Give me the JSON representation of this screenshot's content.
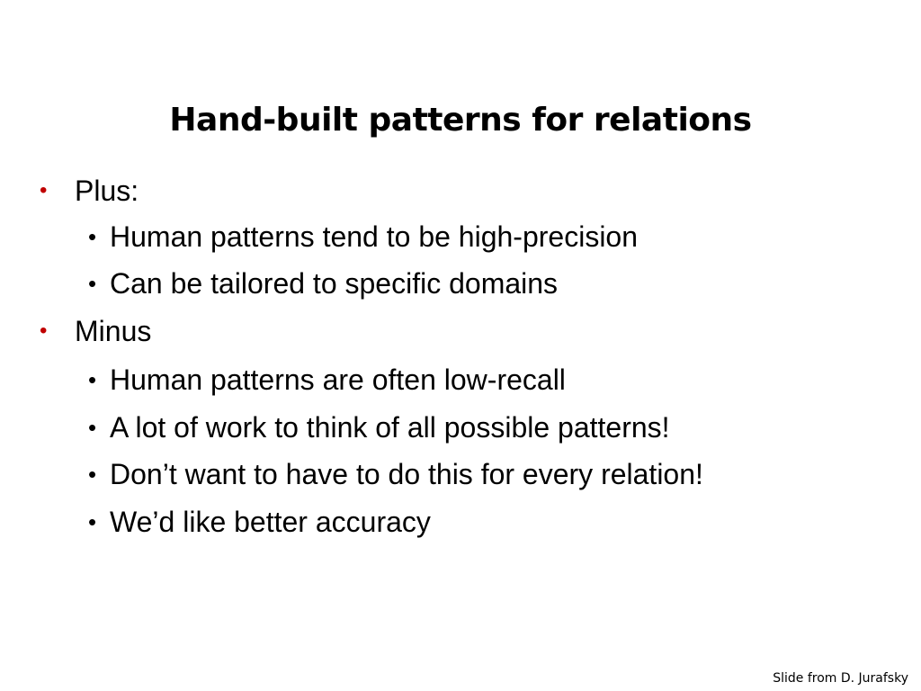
{
  "slide": {
    "title": "Hand-built patterns for relations",
    "bullet_color": "#c00000",
    "sections": [
      {
        "label": "Plus:",
        "items": [
          "Human patterns tend to be high-precision",
          "Can be tailored to specific domains"
        ]
      },
      {
        "label": "Minus",
        "items": [
          "Human patterns are often low-recall",
          "A lot of work to think of all possible patterns!",
          "Don’t want to have to do this for every relation!",
          "We’d like better accuracy"
        ]
      }
    ],
    "bullet_symbols": {
      "level1": "•",
      "level2": "•"
    },
    "footer": "Slide from D. Jurafsky"
  }
}
